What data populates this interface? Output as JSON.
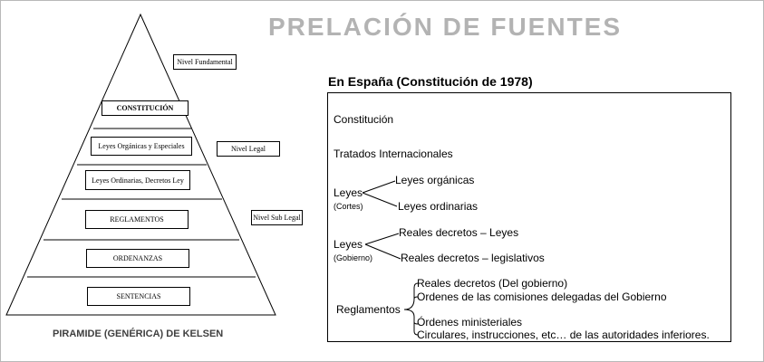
{
  "title": "PRELACIÓN DE FUENTES",
  "pyramid": {
    "caption": "PIRAMIDE (GENÉRICA) DE KELSEN",
    "levels": [
      "CONSTITUCIÓN",
      "Leyes Orgánicas y Especiales",
      "Leyes Ordinarias, Decretos Ley",
      "REGLAMENTOS",
      "ORDENANZAS",
      "SENTENCIAS"
    ],
    "side_labels": [
      "Nivel Fundamental",
      "Nivel Legal",
      "Nivel Sub Legal"
    ]
  },
  "spain": {
    "title": "En España (Constitución de 1978)",
    "constitucion": "Constitución",
    "tratados": "Tratados Internacionales",
    "leyes_cortes": {
      "label": "Leyes",
      "sub": "(Cortes)",
      "items": [
        "Leyes orgánicas",
        "Leyes ordinarias"
      ]
    },
    "leyes_gobierno": {
      "label": "Leyes",
      "sub": "(Gobierno)",
      "items": [
        "Reales decretos – Leyes",
        "Reales decretos – legislativos"
      ]
    },
    "reglamentos": {
      "label": "Reglamentos",
      "items": [
        "Reales decretos (Del gobierno)",
        "Ordenes de las comisiones delegadas del Gobierno",
        "Órdenes ministeriales",
        "Circulares, instrucciones, etc… de las autoridades inferiores."
      ]
    }
  }
}
